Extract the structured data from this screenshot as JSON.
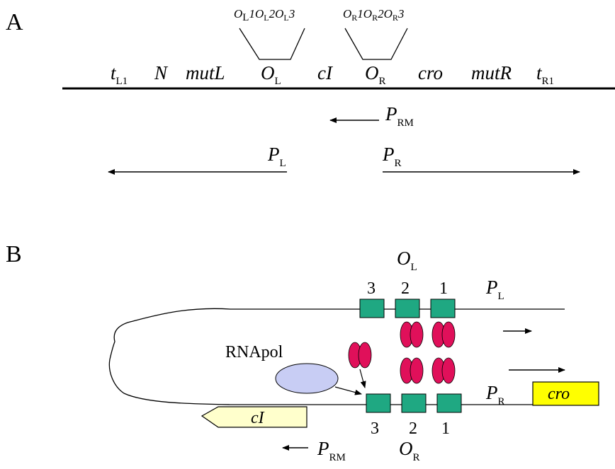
{
  "panel_a": {
    "label": "A",
    "operators_left": [
      "O",
      "L",
      "1",
      "O",
      "L",
      "2",
      "O",
      "L",
      "3"
    ],
    "operators_right": [
      "O",
      "R",
      "1",
      "O",
      "R",
      "2",
      "O",
      "R",
      "3"
    ],
    "genes": [
      {
        "main": "t",
        "sub": "L1"
      },
      {
        "main": "N",
        "sub": ""
      },
      {
        "main": "mutL",
        "sub": ""
      },
      {
        "main": "O",
        "sub": "L"
      },
      {
        "main": "cI",
        "sub": ""
      },
      {
        "main": "O",
        "sub": "R"
      },
      {
        "main": "cro",
        "sub": ""
      },
      {
        "main": "mutR",
        "sub": ""
      },
      {
        "main": "t",
        "sub": "R1"
      }
    ],
    "prm": {
      "main": "P",
      "sub": "RM"
    },
    "pl": {
      "main": "P",
      "sub": "L"
    },
    "pr": {
      "main": "P",
      "sub": "R"
    }
  },
  "panel_b": {
    "label": "B",
    "ol": {
      "main": "O",
      "sub": "L"
    },
    "or": {
      "main": "O",
      "sub": "R"
    },
    "top_numbers": [
      "3",
      "2",
      "1"
    ],
    "bottom_numbers": [
      "3",
      "2",
      "1"
    ],
    "pl": {
      "main": "P",
      "sub": "L"
    },
    "pr": {
      "main": "P",
      "sub": "R"
    },
    "prm": {
      "main": "P",
      "sub": "RM"
    },
    "rnapol": "RNApol",
    "cro": "cro",
    "ci": "cI"
  },
  "colors": {
    "operator_box": "#1fa882",
    "repressor": "#e0105a",
    "rnapol": "#c8cdf4",
    "cro_box": "#ffff00",
    "ci_box": "#ffffcc"
  }
}
